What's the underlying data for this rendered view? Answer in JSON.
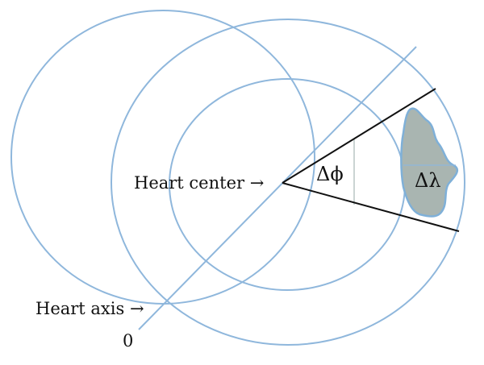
{
  "labels": {
    "heart_center": "Heart center →",
    "heart_axis": "Heart axis →",
    "zero": "0",
    "delta_phi": "Δϕ",
    "delta_lambda": "Δλ"
  },
  "colors": {
    "contour": "#8fb7dc",
    "region_fill": "#a9b5b1",
    "region_edge": "#7fb0d8",
    "ray": "#111111"
  }
}
